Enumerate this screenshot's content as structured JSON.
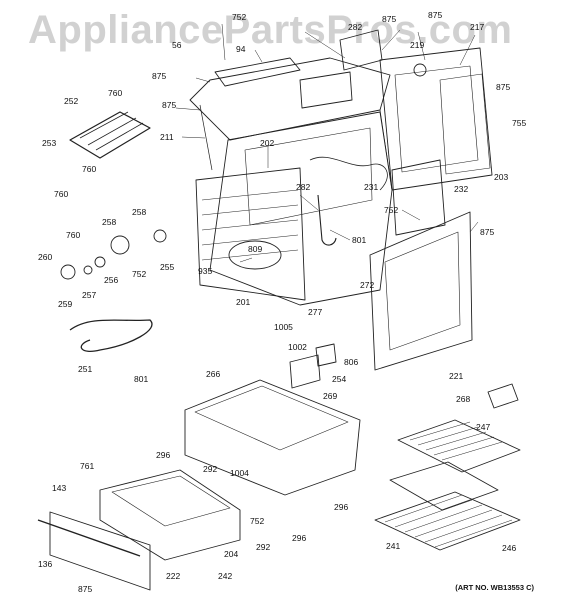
{
  "watermark": "AppliancePartsPros.com",
  "art_number": "(ART NO. WB13553 C)",
  "callouts": [
    {
      "id": "752a",
      "label": "752"
    },
    {
      "id": "282a",
      "label": "282"
    },
    {
      "id": "875a",
      "label": "875"
    },
    {
      "id": "875b",
      "label": "875"
    },
    {
      "id": "217",
      "label": "217"
    },
    {
      "id": "56",
      "label": "56"
    },
    {
      "id": "94",
      "label": "94"
    },
    {
      "id": "219",
      "label": "219"
    },
    {
      "id": "875c",
      "label": "875"
    },
    {
      "id": "875d",
      "label": "875"
    },
    {
      "id": "252",
      "label": "252"
    },
    {
      "id": "760a",
      "label": "760"
    },
    {
      "id": "875e",
      "label": "875"
    },
    {
      "id": "755",
      "label": "755"
    },
    {
      "id": "211",
      "label": "211"
    },
    {
      "id": "202",
      "label": "202"
    },
    {
      "id": "253",
      "label": "253"
    },
    {
      "id": "760b",
      "label": "760"
    },
    {
      "id": "231",
      "label": "231"
    },
    {
      "id": "203",
      "label": "203"
    },
    {
      "id": "760c",
      "label": "760"
    },
    {
      "id": "282b",
      "label": "282"
    },
    {
      "id": "232",
      "label": "232"
    },
    {
      "id": "752b",
      "label": "752"
    },
    {
      "id": "258a",
      "label": "258"
    },
    {
      "id": "258b",
      "label": "258"
    },
    {
      "id": "875f",
      "label": "875"
    },
    {
      "id": "760d",
      "label": "760"
    },
    {
      "id": "801a",
      "label": "801"
    },
    {
      "id": "809",
      "label": "809"
    },
    {
      "id": "260",
      "label": "260"
    },
    {
      "id": "256",
      "label": "256"
    },
    {
      "id": "752c",
      "label": "752"
    },
    {
      "id": "255",
      "label": "255"
    },
    {
      "id": "935",
      "label": "935"
    },
    {
      "id": "272",
      "label": "272"
    },
    {
      "id": "257",
      "label": "257"
    },
    {
      "id": "259",
      "label": "259"
    },
    {
      "id": "201",
      "label": "201"
    },
    {
      "id": "277",
      "label": "277"
    },
    {
      "id": "1005",
      "label": "1005"
    },
    {
      "id": "1002",
      "label": "1002"
    },
    {
      "id": "806",
      "label": "806"
    },
    {
      "id": "251",
      "label": "251"
    },
    {
      "id": "801b",
      "label": "801"
    },
    {
      "id": "254",
      "label": "254"
    },
    {
      "id": "266",
      "label": "266"
    },
    {
      "id": "221",
      "label": "221"
    },
    {
      "id": "269",
      "label": "269"
    },
    {
      "id": "268",
      "label": "268"
    },
    {
      "id": "247",
      "label": "247"
    },
    {
      "id": "296a",
      "label": "296"
    },
    {
      "id": "292a",
      "label": "292"
    },
    {
      "id": "1004",
      "label": "1004"
    },
    {
      "id": "761",
      "label": "761"
    },
    {
      "id": "143",
      "label": "143"
    },
    {
      "id": "296b",
      "label": "296"
    },
    {
      "id": "752d",
      "label": "752"
    },
    {
      "id": "292b",
      "label": "292"
    },
    {
      "id": "296c",
      "label": "296"
    },
    {
      "id": "204",
      "label": "204"
    },
    {
      "id": "241",
      "label": "241"
    },
    {
      "id": "246",
      "label": "246"
    },
    {
      "id": "136",
      "label": "136"
    },
    {
      "id": "222",
      "label": "222"
    },
    {
      "id": "242",
      "label": "242"
    },
    {
      "id": "875g",
      "label": "875"
    }
  ]
}
